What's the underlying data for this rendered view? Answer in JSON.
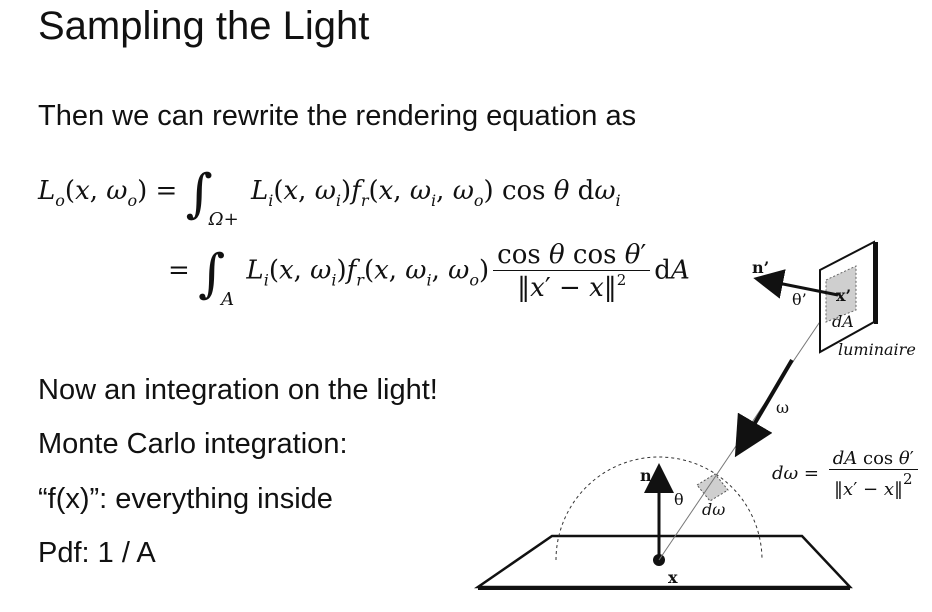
{
  "slide": {
    "title": "Sampling the Light",
    "intro": "Then we can rewrite the rendering equation as",
    "line1": "Now an integration on the light!",
    "line2": "Monte Carlo integration:",
    "line3": "“f(x)”: everything inside",
    "line4": "Pdf: 1 / A"
  },
  "diagram": {
    "label_n_prime": "n’",
    "label_theta_prime": "θ’",
    "label_x_prime": "x’",
    "label_dA": "dA",
    "label_luminaire": "luminaire",
    "label_omega": "ω",
    "label_n": "n",
    "label_theta": "θ",
    "label_domega": "dω",
    "label_x": "x"
  }
}
